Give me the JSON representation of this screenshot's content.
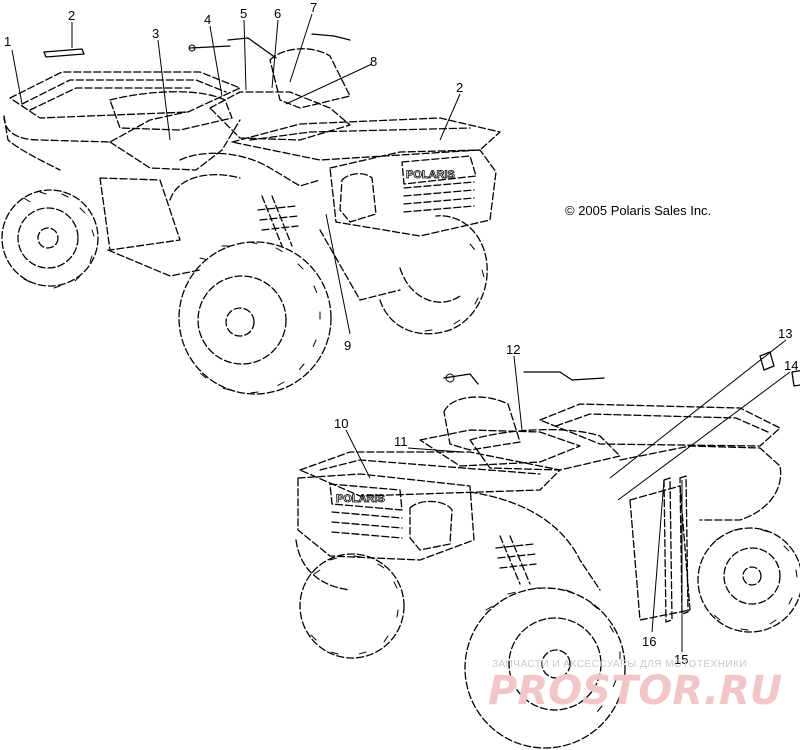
{
  "copyright": "© 2005 Polaris Sales Inc.",
  "grille_brand": "POLARIS",
  "callouts": [
    {
      "label": "1"
    },
    {
      "label": "2"
    },
    {
      "label": "3"
    },
    {
      "label": "4"
    },
    {
      "label": "5"
    },
    {
      "label": "6"
    },
    {
      "label": "7"
    },
    {
      "label": "8"
    },
    {
      "label": "2"
    },
    {
      "label": "9"
    },
    {
      "label": "10"
    },
    {
      "label": "11"
    },
    {
      "label": "12"
    },
    {
      "label": "13"
    },
    {
      "label": "14"
    },
    {
      "label": "16"
    },
    {
      "label": "15"
    }
  ],
  "watermark": {
    "tagline": "ЗАПЧАСТИ И АКСЕССУАРЫ ДЛЯ МОТОТЕХНИКИ",
    "logo": "PROSTOR.RU"
  }
}
